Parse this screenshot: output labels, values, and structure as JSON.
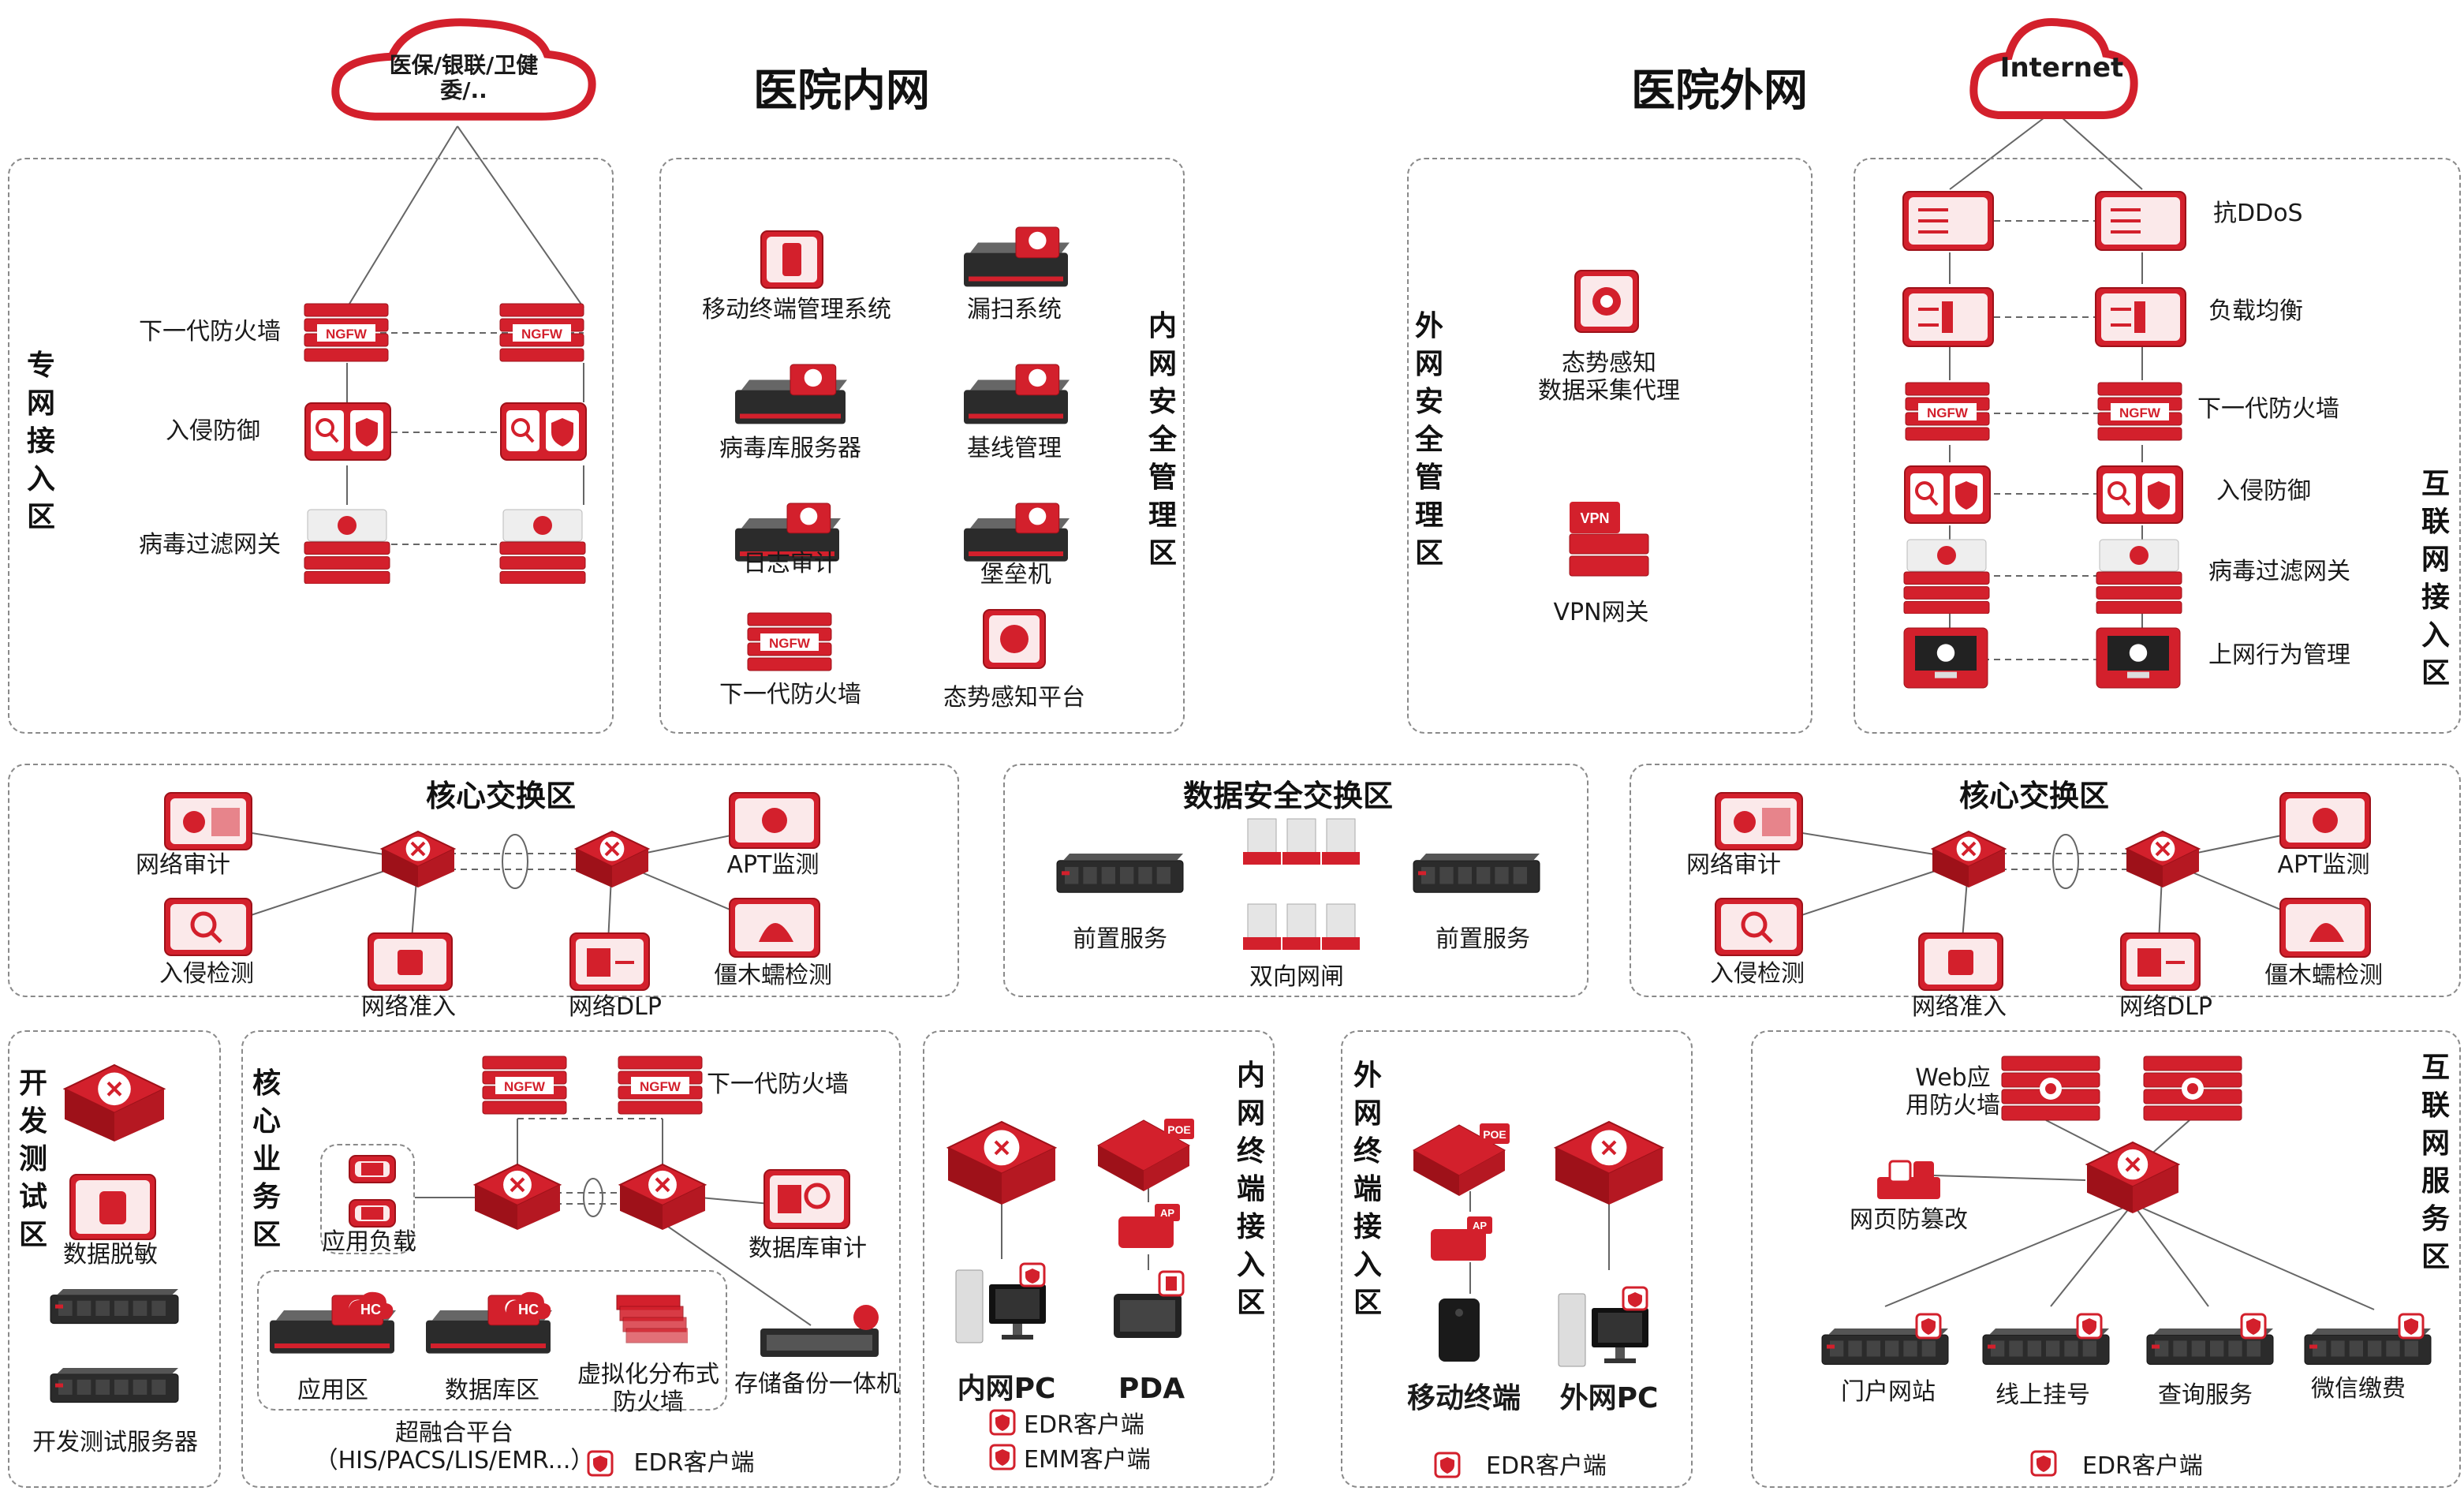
{
  "titles": {
    "inner": "医院内网",
    "outer": "医院外网"
  },
  "clouds": {
    "left": "医保/银联/卫健委/..",
    "right": "Internet"
  },
  "zones": {
    "zhuanwang": "专网接入区",
    "nei_security": "内网安全管理区",
    "wai_security": "外网安全管理区",
    "hulian_access": "互联网接入区",
    "core_left": "核心交换区",
    "data_exchange": "数据安全交换区",
    "core_right": "核心交换区",
    "dev_test": "开发测试区",
    "core_business": "核心业务区",
    "nei_terminal": "内网终端接入区",
    "wai_terminal": "外网终端接入区",
    "hulian_service": "互联网服务区"
  },
  "labels": {
    "zw_fw": "下一代防火墙",
    "zw_ips": "入侵防御",
    "zw_av": "病毒过滤网关",
    "nsm_mdm": "移动终端管理系统",
    "nsm_scan": "漏扫系统",
    "nsm_virus": "病毒库服务器",
    "nsm_baseline": "基线管理",
    "nsm_log": "日志审计",
    "nsm_bastion": "堡垒机",
    "nsm_fw": "下一代防火墙",
    "nsm_sip": "态势感知平台",
    "wsm_agent": "态势感知\n数据采集代理",
    "wsm_vpn": "VPN网关",
    "ha_ddos": "抗DDoS",
    "ha_lb": "负载均衡",
    "ha_fw": "下一代防火墙",
    "ha_ips": "入侵防御",
    "ha_av": "病毒过滤网关",
    "ha_ac": "上网行为管理",
    "cl_audit": "网络审计",
    "cl_ids": "入侵检测",
    "cl_nac": "网络准入",
    "cl_dlp": "网络DLP",
    "cl_apt": "APT监测",
    "cl_bot": "僵木蠕检测",
    "dx_front1": "前置服务",
    "dx_gap": "双向网闸",
    "dx_front2": "前置服务",
    "cr_audit": "网络审计",
    "cr_ids": "入侵检测",
    "cr_nac": "网络准入",
    "cr_dlp": "网络DLP",
    "cr_apt": "APT监测",
    "cr_bot": "僵木蠕检测",
    "dt_mask": "数据脱敏",
    "dt_server": "开发测试服务器",
    "cb_fw": "下一代防火墙",
    "cb_lb": "应用负载",
    "cb_dbaudit": "数据库审计",
    "cb_app": "应用区",
    "cb_db": "数据库区",
    "cb_vfw": "虚拟化分布式\n防火墙",
    "cb_storage": "存储备份一体机",
    "cb_hci": "超融合平台\n（HIS/PACS/LIS/EMR...）",
    "cb_edr": "EDR客户端",
    "nt_pc": "内网PC",
    "nt_pda": "PDA",
    "nt_edr": "EDR客户端",
    "nt_emm": "EMM客户端",
    "wt_mobile": "移动终端",
    "wt_pc": "外网PC",
    "wt_edr": "EDR客户端",
    "hs_waf": "Web应\n用防火墙",
    "hs_tamper": "网页防篡改",
    "hs_portal": "门户网站",
    "hs_reg": "线上挂号",
    "hs_query": "查询服务",
    "hs_wechat": "微信缴费",
    "hs_edr": "EDR客户端"
  },
  "badges": {
    "ngfw": "NGFW",
    "vpn": "VPN",
    "poe": "POE",
    "ap": "AP",
    "hc": "HC"
  },
  "colors": {
    "accent": "#d3202c",
    "dark": "#9e1119",
    "line": "#666666",
    "zone_border": "#8a8a8a"
  }
}
